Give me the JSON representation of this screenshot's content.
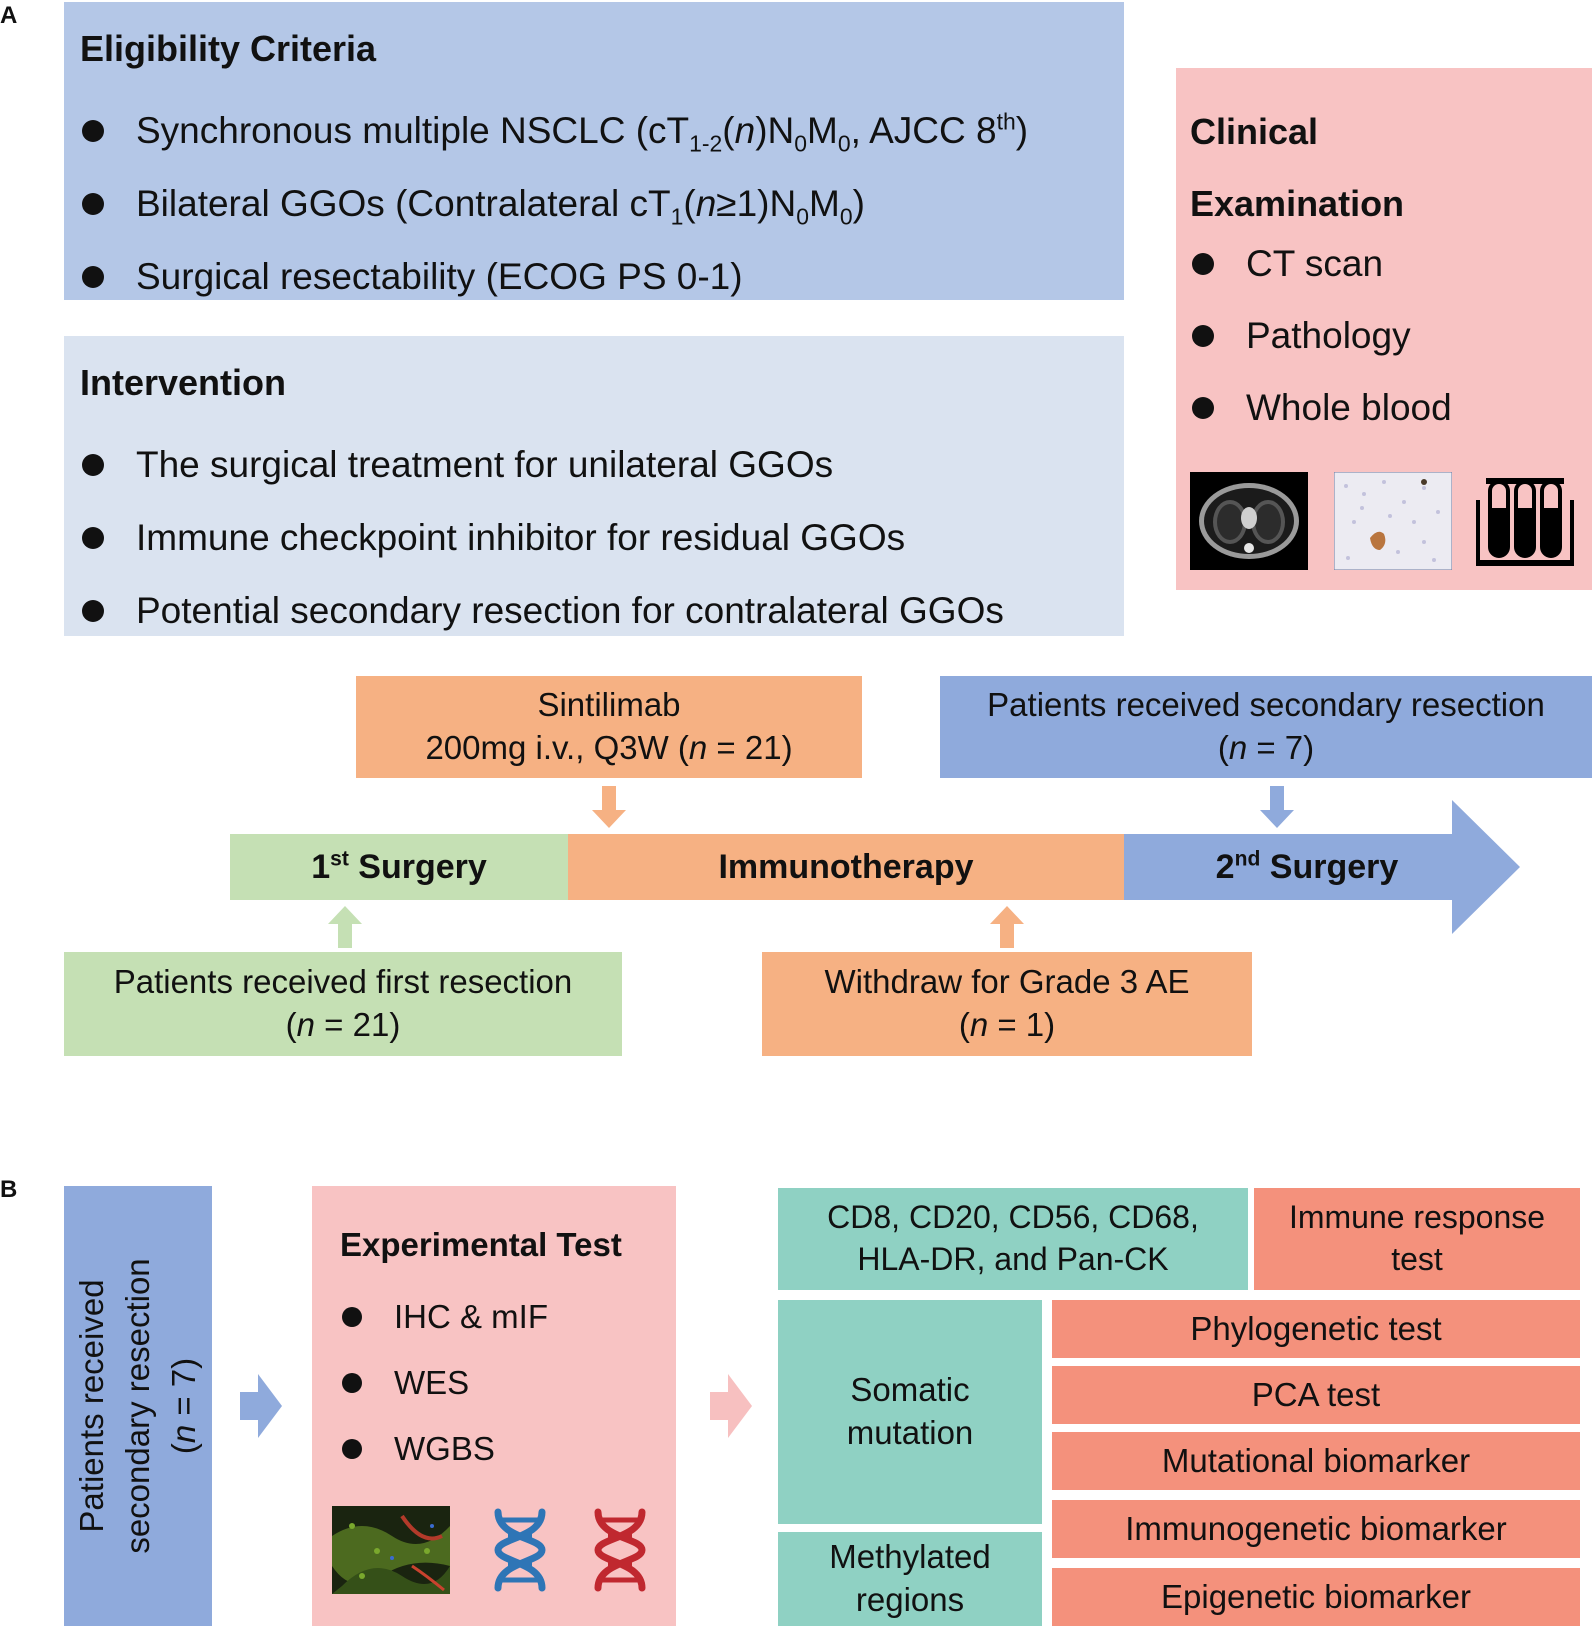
{
  "panelA": {
    "letter": "A",
    "eligibility": {
      "title": "Eligibility Criteria",
      "items": [
        "Synchronous multiple NSCLC (cT1-2(n)N0M0, AJCC 8th)",
        "Bilateral GGOs (Contralateral cT1(n≥1)N0M0)",
        "Surgical resectability (ECOG PS 0-1)"
      ]
    },
    "intervention": {
      "title": "Intervention",
      "items": [
        "The surgical treatment for unilateral GGOs",
        "Immune checkpoint inhibitor for residual GGOs",
        "Potential secondary resection for contralateral GGOs"
      ]
    },
    "clinical": {
      "title_line1": "Clinical",
      "title_line2": "Examination",
      "items": [
        "CT scan",
        "Pathology",
        "Whole blood"
      ]
    },
    "sintilimab": {
      "line1": "Sintilimab",
      "line2": "200mg i.v., Q3W (n = 21)"
    },
    "secondary_resection": {
      "line1": "Patients received secondary resection",
      "line2": "(n = 7)"
    },
    "timeline": {
      "first_surgery": "1st Surgery",
      "immunotherapy": "Immunotherapy",
      "second_surgery": "2nd Surgery"
    },
    "first_resection": {
      "line1": "Patients received first resection",
      "line2": "(n = 21)"
    },
    "withdraw": {
      "line1": "Withdraw for Grade 3 AE",
      "line2": "(n = 1)"
    }
  },
  "panelB": {
    "letter": "B",
    "patients": {
      "line1": "Patients received",
      "line2": "secondary resection",
      "line3": "(n = 7)"
    },
    "experimental": {
      "title": "Experimental Test",
      "items": [
        "IHC & mIF",
        "WES",
        "WGBS"
      ]
    },
    "markers": "CD8, CD20, CD56, CD68, HLA-DR, and Pan-CK",
    "immune_response": "Immune response test",
    "somatic": "Somatic mutation",
    "methylated": "Methylated regions",
    "tests": [
      "Phylogenetic test",
      "PCA test",
      "Mutational biomarker",
      "Immunogenetic biomarker",
      "Epigenetic biomarker"
    ]
  },
  "colors": {
    "eligibility_bg": "#b4c7e7",
    "intervention_bg": "#dae3f0",
    "clinical_bg": "#f8c3c3",
    "orange": "#f6b183",
    "blue": "#8faadc",
    "green": "#c5e0b4",
    "teal": "#8fd1c3",
    "salmon": "#f4917c",
    "pink": "#f7c0c0"
  }
}
